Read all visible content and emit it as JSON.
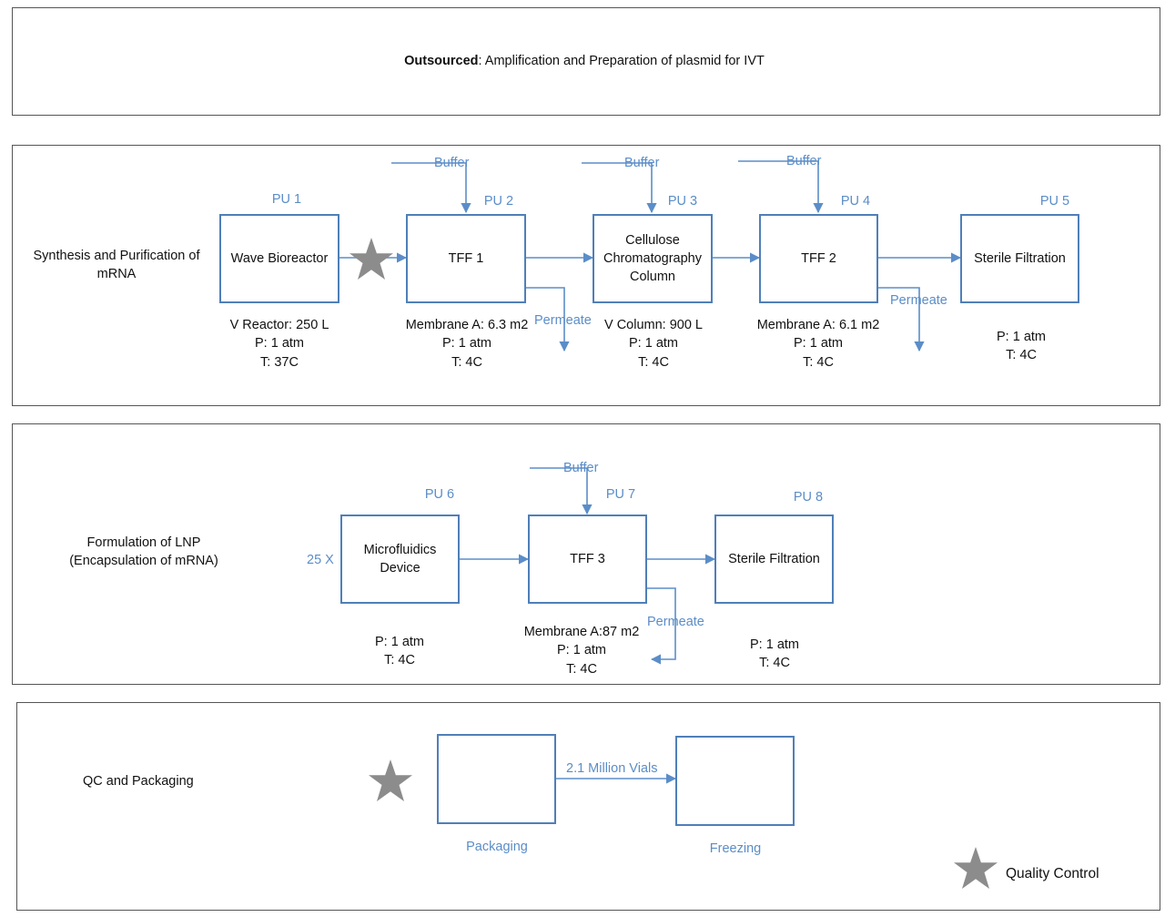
{
  "outsourced": {
    "bold": "Outsourced",
    "text": ": Amplification and Preparation of plasmid for IVT"
  },
  "section1": {
    "label": "Synthesis and Purification of\nmRNA",
    "units": [
      {
        "pu": "PU 1",
        "name": "Wave Bioreactor",
        "params": "V Reactor: 250 L\nP: 1 atm\nT: 37C"
      },
      {
        "pu": "PU 2",
        "name": "TFF 1",
        "params": "Membrane A: 6.3 m2\nP: 1 atm\nT: 4C"
      },
      {
        "pu": "PU 3",
        "name": "Cellulose\nChromatography\nColumn",
        "params": "V Column: 900 L\nP: 1 atm\nT: 4C"
      },
      {
        "pu": "PU 4",
        "name": "TFF 2",
        "params": "Membrane A: 6.1 m2\nP: 1 atm\nT: 4C"
      },
      {
        "pu": "PU 5",
        "name": "Sterile Filtration",
        "params": "P: 1 atm\nT: 4C"
      }
    ],
    "buffer": "Buffer",
    "permeate": "Permeate"
  },
  "section2": {
    "label": "Formulation of LNP\n(Encapsulation of mRNA)",
    "input": "25 X",
    "units": [
      {
        "pu": "PU 6",
        "name": "Microfluidics\nDevice",
        "params": "P: 1 atm\nT: 4C"
      },
      {
        "pu": "PU 7",
        "name": "TFF 3",
        "params": "Membrane A:87 m2\nP: 1 atm\nT: 4C"
      },
      {
        "pu": "PU 8",
        "name": "Sterile Filtration",
        "params": "P: 1 atm\nT: 4C"
      }
    ],
    "buffer": "Buffer",
    "permeate": "Permeate"
  },
  "section3": {
    "label": "QC and Packaging",
    "packaging": "Packaging",
    "freezing": "Freezing",
    "flow": "2.1 Million Vials"
  },
  "legend": {
    "quality_control": "Quality Control"
  },
  "colors": {
    "line": "#5b8dc8",
    "box": "#4f7fb8",
    "star": "#8c8c8c"
  }
}
